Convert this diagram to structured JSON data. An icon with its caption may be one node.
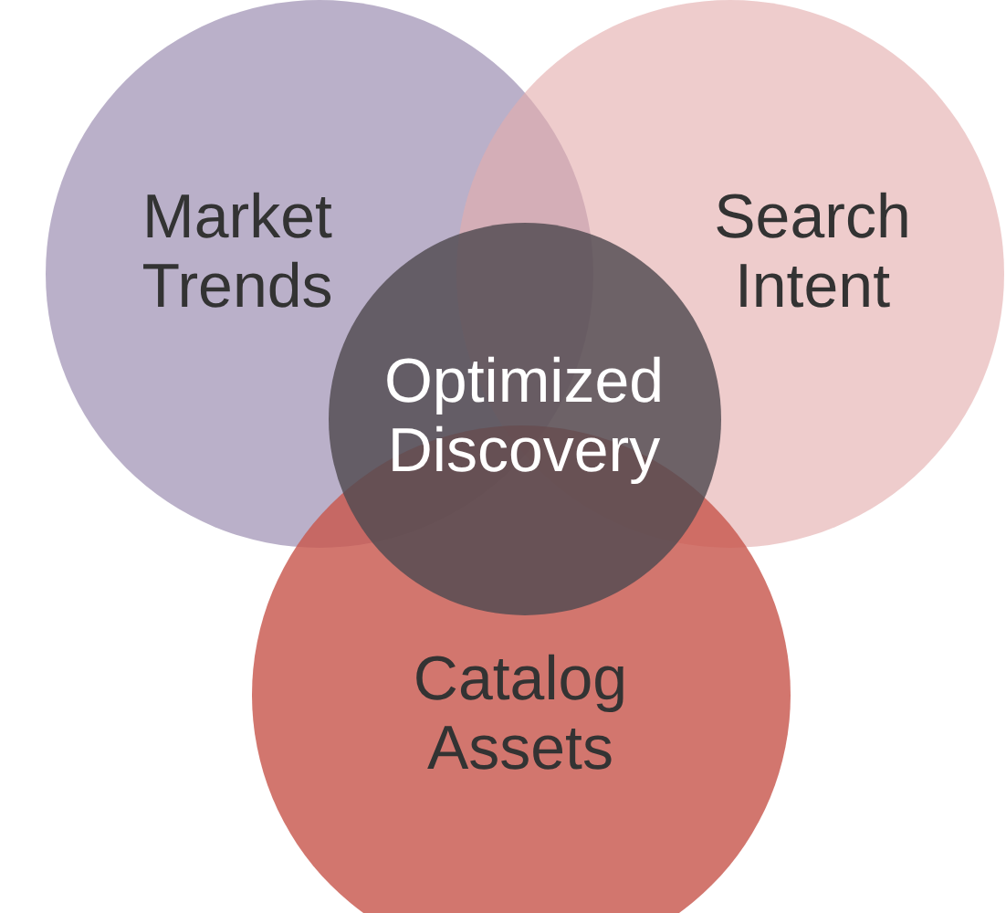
{
  "diagram": {
    "nodes": [
      {
        "text": [
          "Market Trends"
        ]
      },
      {
        "text": [
          "Search Intent"
        ]
      },
      {
        "text": [
          "Catalog Assets"
        ]
      },
      {
        "text": [
          "Optimized Discovery"
        ]
      }
    ]
  }
}
